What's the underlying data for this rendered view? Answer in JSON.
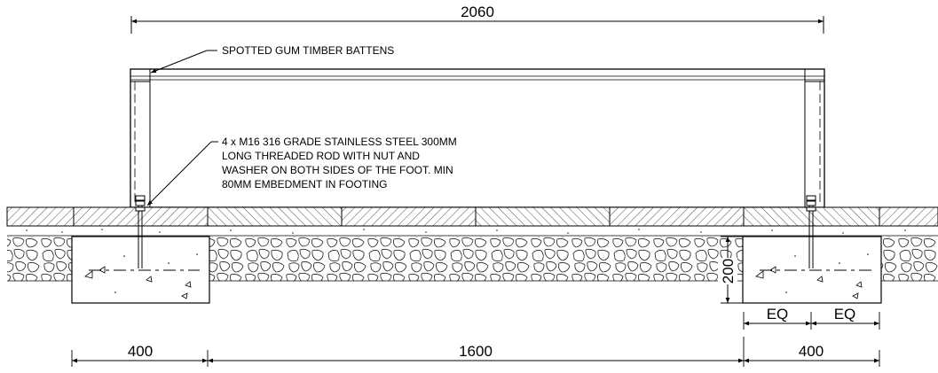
{
  "dimensions": {
    "overall": "2060",
    "left_footing": "400",
    "middle_span": "1600",
    "right_footing": "400",
    "equal_left": "EQ",
    "equal_right": "EQ",
    "depth": "200"
  },
  "notes": {
    "battens": "SPOTTED GUM TIMBER BATTENS",
    "rod_lines": [
      "4 x M16 316 GRADE STAINLESS STEEL 300MM",
      "LONG THREADED ROD WITH NUT AND",
      "WASHER ON BOTH SIDES OF THE FOOT. MIN",
      "80MM EMBEDMENT IN FOOTING"
    ]
  }
}
